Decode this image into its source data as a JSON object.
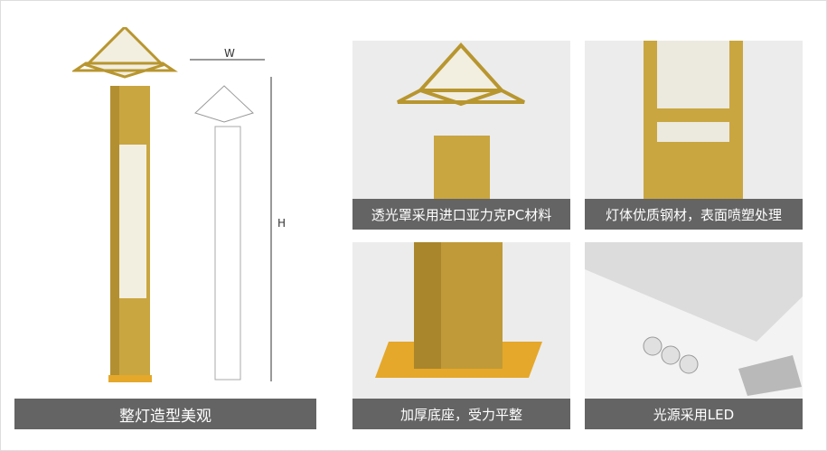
{
  "main": {
    "caption": "整灯造型美观",
    "dimension_width": "W",
    "dimension_height": "H"
  },
  "details": [
    {
      "caption": "透光罩采用进口亚力克PC材料"
    },
    {
      "caption": "灯体优质钢材，表面喷塑处理"
    },
    {
      "caption": "加厚底座，受力平整"
    },
    {
      "caption": "光源采用LED"
    }
  ],
  "colors": {
    "gold": "#c9a640",
    "caption_bg": "#646464",
    "base": "#e5a82a"
  }
}
